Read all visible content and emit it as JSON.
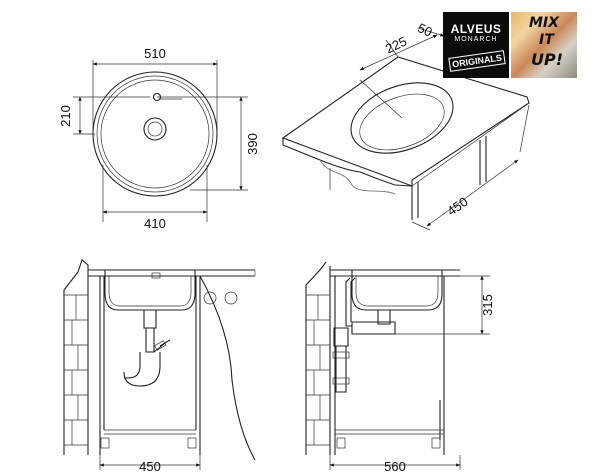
{
  "dimensions": {
    "top_width": "510",
    "bottom_width": "410",
    "offset_left": "210",
    "height_right": "390",
    "iso_top_left": "50",
    "iso_radius": "225",
    "iso_depth": "450",
    "front_width": "450",
    "side_width": "560",
    "side_height": "315"
  },
  "brand": {
    "name": "ALVEUS",
    "subname": "MONARCH",
    "originals": "ORIGINALS",
    "mix_line1": "MIX",
    "mix_line2": "IT",
    "mix_line3": "UP!"
  },
  "colors": {
    "line": "#222222",
    "brand_dark": "#0b0b0b"
  }
}
